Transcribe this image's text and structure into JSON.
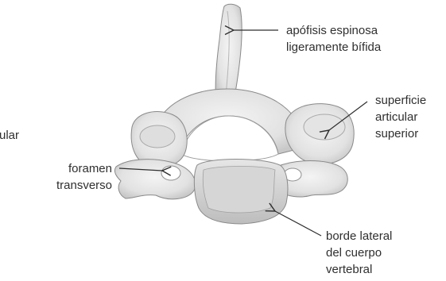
{
  "labels": {
    "spinous_process": {
      "line1": "apófisis espinosa",
      "line2": "ligeramente bífida"
    },
    "superior_articular_surface": {
      "line1": "superficie",
      "line2": "articular",
      "line3": "superior"
    },
    "transverse_foramen": {
      "line1": "foramen",
      "line2": "transverso"
    },
    "vertebral_body_lateral_border": {
      "line1": "borde lateral",
      "line2": "del cuerpo",
      "line3": "vertebral"
    },
    "cut_off_left": {
      "text": "ular"
    }
  },
  "colors": {
    "bone_fill": "#ececec",
    "bone_shadow": "#c9c9c9",
    "bone_outline": "#8a8a8a",
    "text": "#2f2f2f",
    "arrow": "#2f2f2f"
  }
}
